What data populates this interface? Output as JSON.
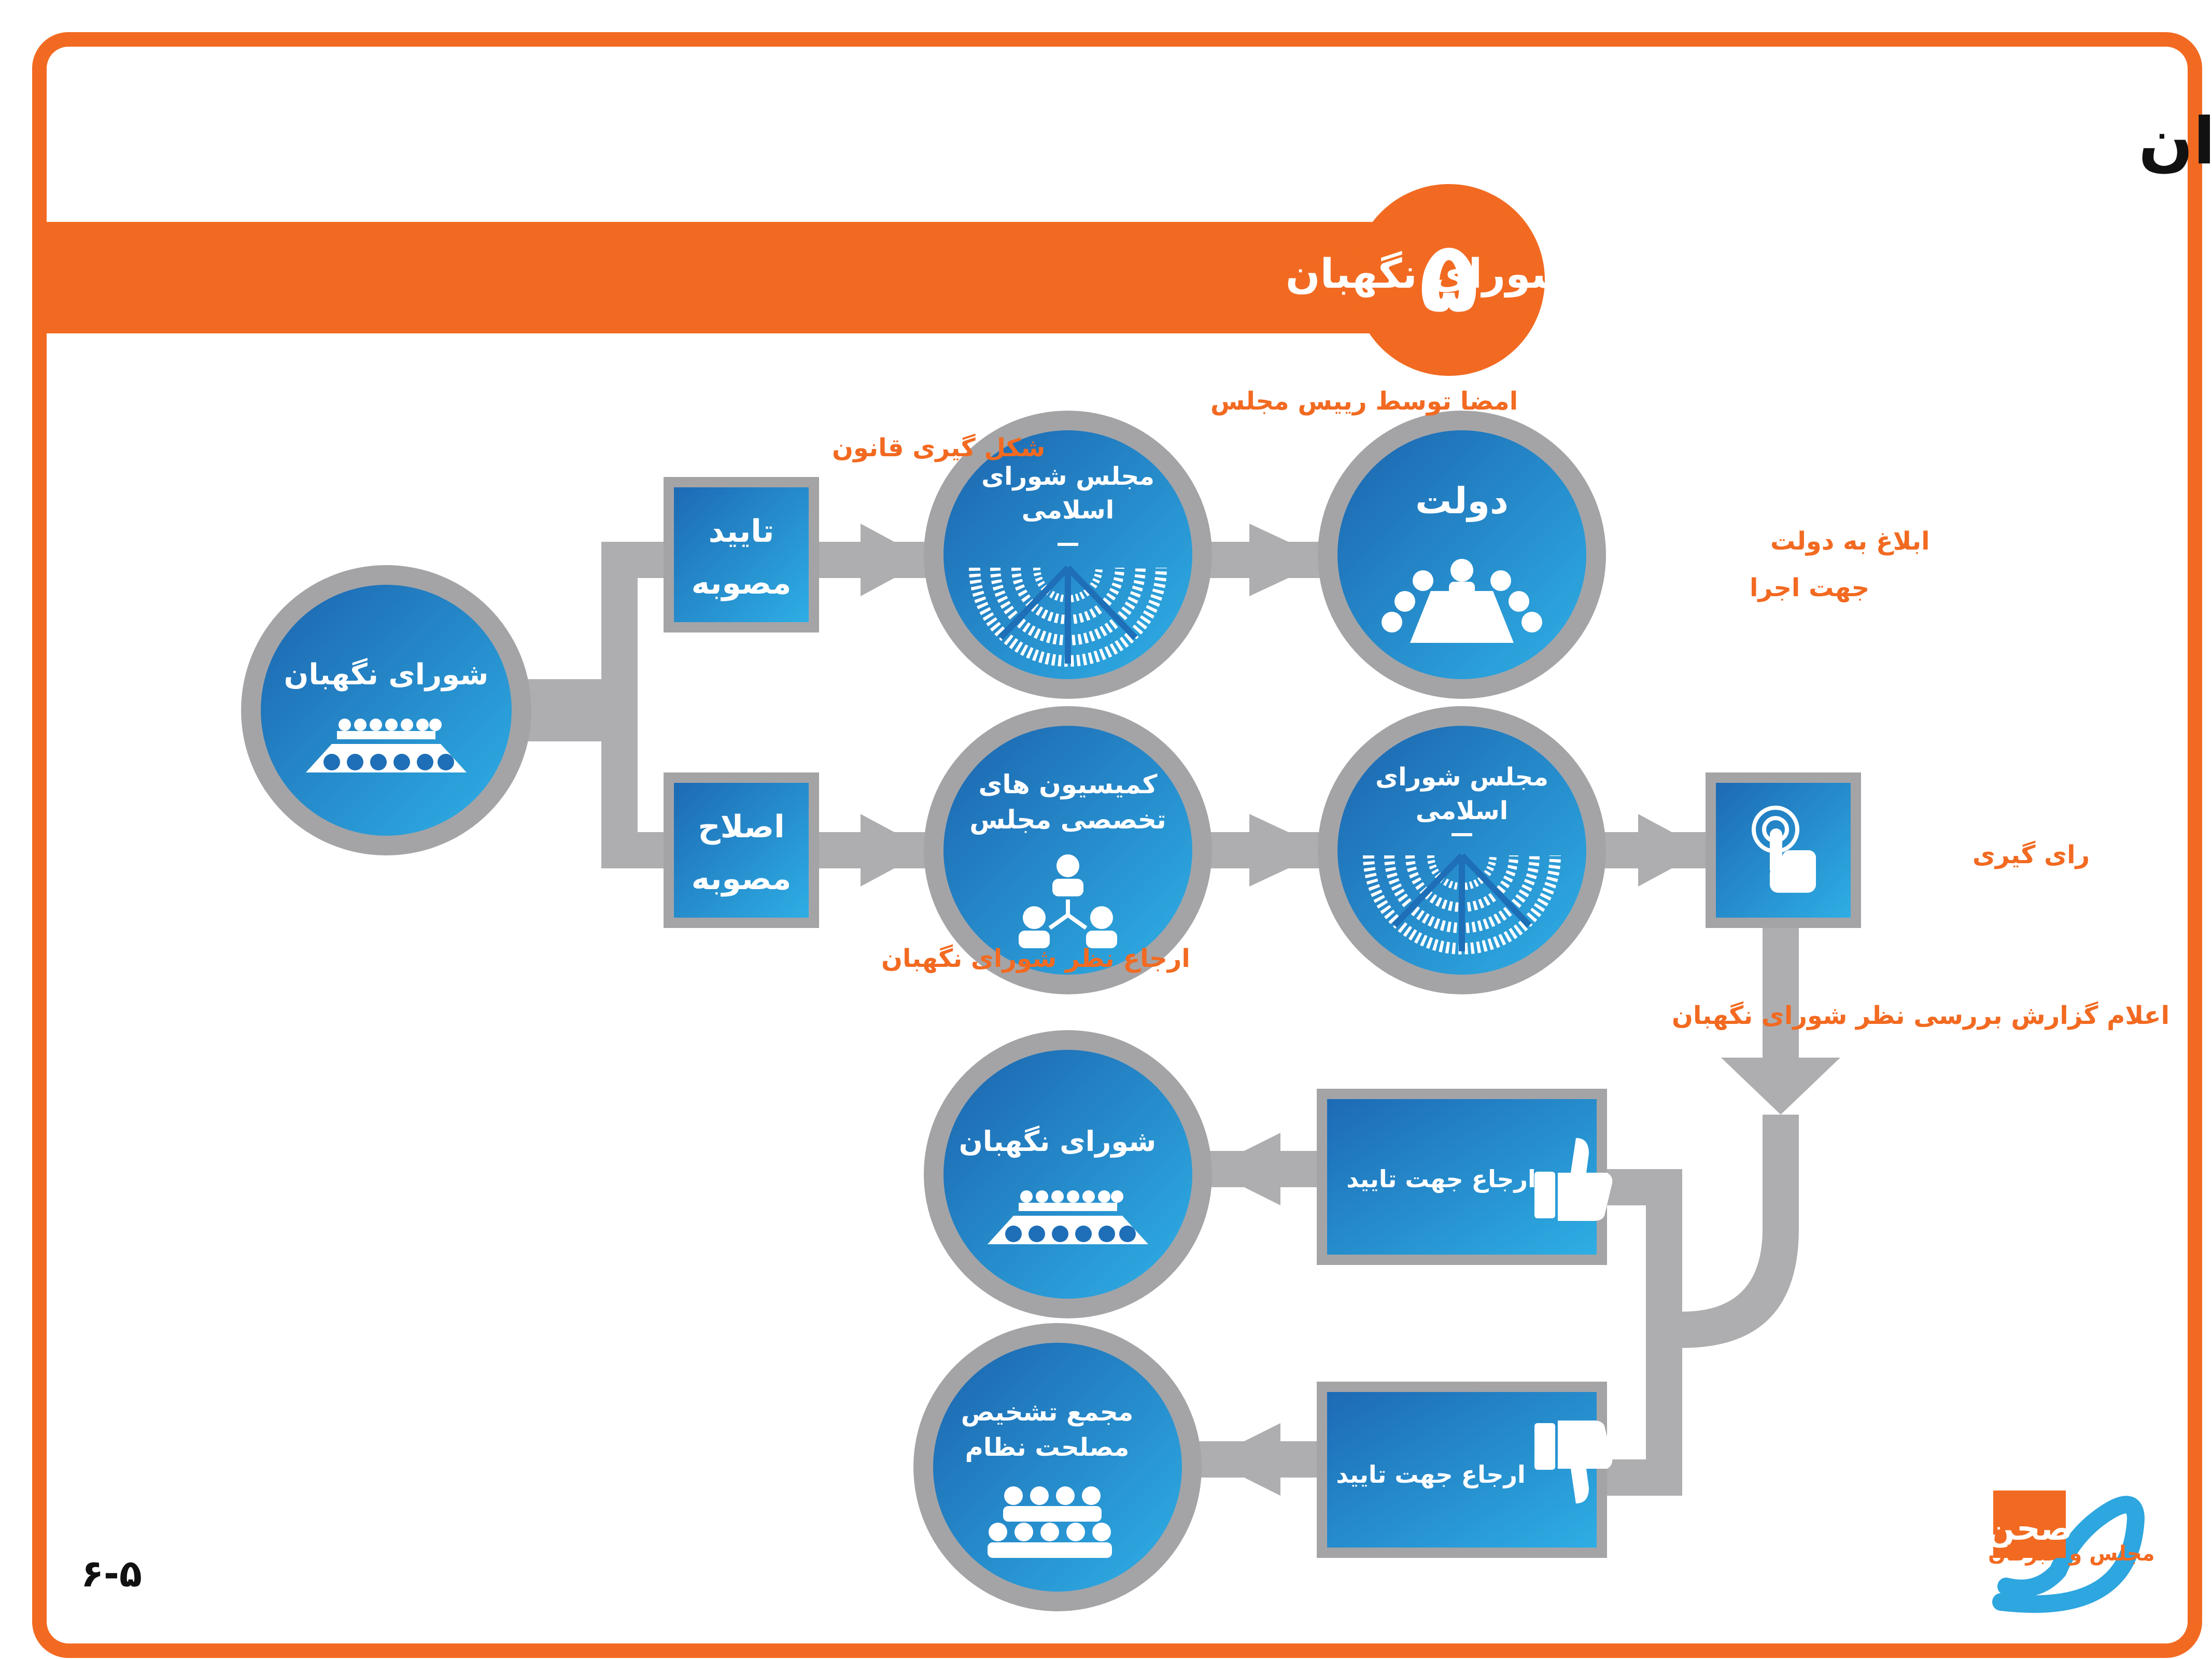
{
  "title": "روند تصویب قانون در نظام جمهوری اسلامی ایران",
  "step": {
    "number": "۵",
    "title": "گام پنجم : اعلام نظر شورای نگهبان"
  },
  "nodes": {
    "guardian_council_main": "شورای نگهبان",
    "approve_box": [
      "تایید",
      "مصوبه"
    ],
    "amend_box": [
      "اصلاح",
      "مصوبه"
    ],
    "parliament_top": [
      "مجلس شورای",
      "اسلامی"
    ],
    "government": "دولت",
    "commissions": [
      "کمیسیون های",
      "تخصصی مجلس"
    ],
    "parliament_mid": [
      "مجلس شورای",
      "اسلامی"
    ],
    "guardian_council_bottom": "شورای نگهبان",
    "expediency_council": [
      "مجمع تشخیص",
      "مصلحت نظام"
    ],
    "refer_box_up": "ارجاع جهت تایید",
    "refer_box_down": "ارجاع جهت تایید"
  },
  "labels": {
    "law_formation": "شکل گیری قانون",
    "speaker_signature": "امضا توسط رییس مجلس",
    "notify_government": [
      "ابلاغ به دولت",
      "جهت اجرا"
    ],
    "vote": "رای گیری",
    "refer_guardian_opinion": "ارجاع نظر شورای نگهبان",
    "announce_report": "اعلام گزارش بررسی نظر شورای نگهبان"
  },
  "footer": {
    "page_ref": "۶-۵",
    "logo_main": "صحن",
    "logo_sub": "مجلس و خبرگان"
  },
  "colors": {
    "accent": "#f26a21",
    "blue_dark": "#1f70b8",
    "blue_light": "#2ea6df",
    "pipe": "#aeaeb0",
    "ring": "#a4a4a7"
  },
  "icons": [
    "council-table-icon",
    "parliament-hemicycle-icon",
    "meeting-table-icon",
    "network-people-icon",
    "touch-hand-icon",
    "thumbs-up-icon",
    "thumbs-down-icon",
    "audience-icon"
  ]
}
